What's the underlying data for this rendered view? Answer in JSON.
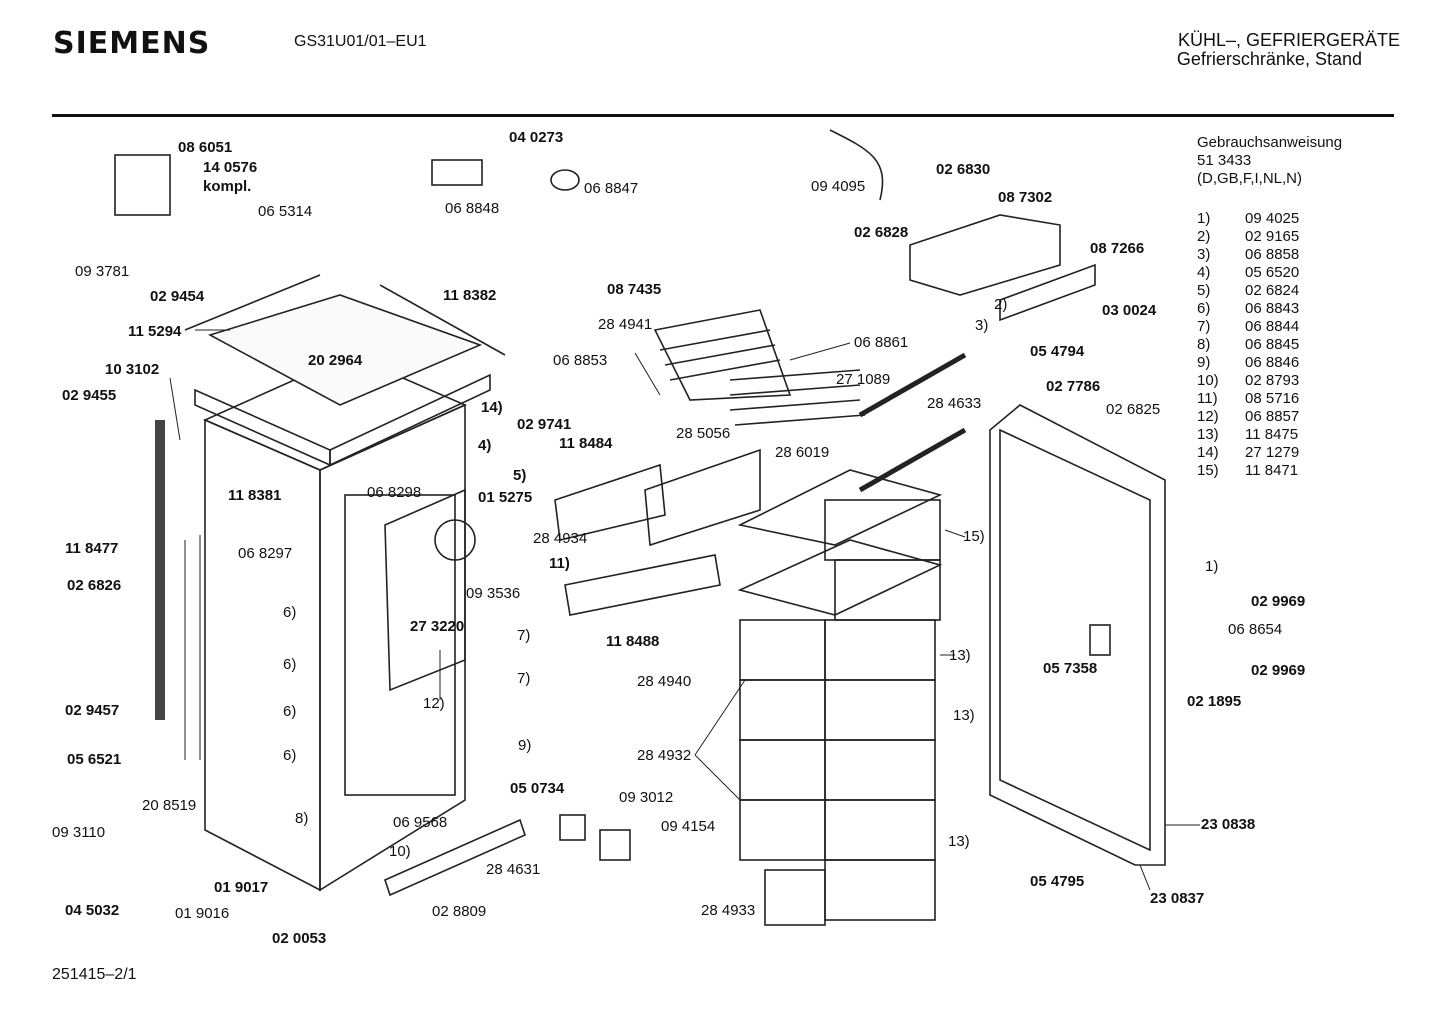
{
  "header": {
    "brand": "SIEMENS",
    "model": "GS31U01/01–EU1",
    "category_line1": "KÜHL–, GEFRIERGERÄTE",
    "category_line2": "Gefrierschränke, Stand"
  },
  "manual": {
    "title": "Gebrauchsanweisung",
    "number": "51 3433",
    "languages": "(D,GB,F,I,NL,N)"
  },
  "legend": [
    {
      "key": "1)",
      "value": "09 4025"
    },
    {
      "key": "2)",
      "value": "02 9165"
    },
    {
      "key": "3)",
      "value": "06 8858"
    },
    {
      "key": "4)",
      "value": "05 6520"
    },
    {
      "key": "5)",
      "value": "02 6824"
    },
    {
      "key": "6)",
      "value": "06 8843"
    },
    {
      "key": "7)",
      "value": "06 8844"
    },
    {
      "key": "8)",
      "value": "06 8845"
    },
    {
      "key": "9)",
      "value": "06 8846"
    },
    {
      "key": "10)",
      "value": "02 8793"
    },
    {
      "key": "11)",
      "value": "08 5716"
    },
    {
      "key": "12)",
      "value": "06 8857"
    },
    {
      "key": "13)",
      "value": "11 8475"
    },
    {
      "key": "14)",
      "value": "27 1279"
    },
    {
      "key": "15)",
      "value": "11 8471"
    }
  ],
  "footer": {
    "doc_id": "251415–2/1"
  },
  "parts": [
    {
      "id": "p-086051",
      "text": "08 6051",
      "bold": true
    },
    {
      "id": "p-140576",
      "text": "14 0576",
      "bold": true
    },
    {
      "id": "p-kompl",
      "text": "kompl.",
      "bold": true
    },
    {
      "id": "p-065314",
      "text": "06 5314",
      "bold": false
    },
    {
      "id": "p-093781",
      "text": "09 3781",
      "bold": false
    },
    {
      "id": "p-029454",
      "text": "02 9454",
      "bold": true
    },
    {
      "id": "p-115294",
      "text": "11 5294",
      "bold": true
    },
    {
      "id": "p-103102",
      "text": "10 3102",
      "bold": true
    },
    {
      "id": "p-029455",
      "text": "02 9455",
      "bold": true
    },
    {
      "id": "p-118477",
      "text": "11 8477",
      "bold": true
    },
    {
      "id": "p-026826",
      "text": "02 6826",
      "bold": true
    },
    {
      "id": "p-029457",
      "text": "02 9457",
      "bold": true
    },
    {
      "id": "p-056521",
      "text": "05 6521",
      "bold": true
    },
    {
      "id": "p-093110",
      "text": "09 3110",
      "bold": false
    },
    {
      "id": "p-045032",
      "text": "04 5032",
      "bold": true
    },
    {
      "id": "p-208519",
      "text": "20 8519",
      "bold": false
    },
    {
      "id": "p-019017",
      "text": "01 9017",
      "bold": true
    },
    {
      "id": "p-019016",
      "text": "01 9016",
      "bold": false
    },
    {
      "id": "p-020053",
      "text": "02 0053",
      "bold": true
    },
    {
      "id": "p-068848",
      "text": "06 8848",
      "bold": false
    },
    {
      "id": "p-040273",
      "text": "04 0273",
      "bold": true
    },
    {
      "id": "p-068847",
      "text": "06 8847",
      "bold": false
    },
    {
      "id": "p-118382",
      "text": "11 8382",
      "bold": true
    },
    {
      "id": "p-202964",
      "text": "20 2964",
      "bold": true
    },
    {
      "id": "p-14",
      "text": "14)",
      "bold": true
    },
    {
      "id": "p-4",
      "text": "4)",
      "bold": true
    },
    {
      "id": "p-118381",
      "text": "11 8381",
      "bold": true
    },
    {
      "id": "p-068298",
      "text": "06 8298",
      "bold": false
    },
    {
      "id": "p-5",
      "text": "5)",
      "bold": true
    },
    {
      "id": "p-015275",
      "text": "01 5275",
      "bold": true
    },
    {
      "id": "p-068297",
      "text": "06 8297",
      "bold": false
    },
    {
      "id": "p-093536",
      "text": "09 3536",
      "bold": false
    },
    {
      "id": "p-273220",
      "text": "27 3220",
      "bold": true
    },
    {
      "id": "p-6a",
      "text": "6)",
      "bold": false
    },
    {
      "id": "p-6b",
      "text": "6)",
      "bold": false
    },
    {
      "id": "p-6c",
      "text": "6)",
      "bold": false
    },
    {
      "id": "p-6d",
      "text": "6)",
      "bold": false
    },
    {
      "id": "p-8",
      "text": "8)",
      "bold": false
    },
    {
      "id": "p-7a",
      "text": "7)",
      "bold": false
    },
    {
      "id": "p-7b",
      "text": "7)",
      "bold": false
    },
    {
      "id": "p-9",
      "text": "9)",
      "bold": false
    },
    {
      "id": "p-12",
      "text": "12)",
      "bold": false
    },
    {
      "id": "p-069568",
      "text": "06 9568",
      "bold": false
    },
    {
      "id": "p-10",
      "text": "10)",
      "bold": false
    },
    {
      "id": "p-284631",
      "text": "28 4631",
      "bold": false
    },
    {
      "id": "p-028809",
      "text": "02 8809",
      "bold": false
    },
    {
      "id": "p-087435",
      "text": "08 7435",
      "bold": true
    },
    {
      "id": "p-284941",
      "text": "28 4941",
      "bold": false
    },
    {
      "id": "p-068853",
      "text": "06 8853",
      "bold": false
    },
    {
      "id": "p-068861",
      "text": "06 8861",
      "bold": false
    },
    {
      "id": "p-271089",
      "text": "27 1089",
      "bold": false
    },
    {
      "id": "p-029741",
      "text": "02 9741",
      "bold": true
    },
    {
      "id": "p-118484",
      "text": "11 8484",
      "bold": true
    },
    {
      "id": "p-285056",
      "text": "28 5056",
      "bold": false
    },
    {
      "id": "p-286019",
      "text": "28 6019",
      "bold": false
    },
    {
      "id": "p-284934",
      "text": "28 4934",
      "bold": false
    },
    {
      "id": "p-11",
      "text": "11)",
      "bold": true
    },
    {
      "id": "p-118488",
      "text": "11 8488",
      "bold": true
    },
    {
      "id": "p-284940",
      "text": "28 4940",
      "bold": false
    },
    {
      "id": "p-284932",
      "text": "28 4932",
      "bold": false
    },
    {
      "id": "p-050734",
      "text": "05 0734",
      "bold": true
    },
    {
      "id": "p-093012",
      "text": "09 3012",
      "bold": false
    },
    {
      "id": "p-094154",
      "text": "09 4154",
      "bold": false
    },
    {
      "id": "p-284933",
      "text": "28 4933",
      "bold": false
    },
    {
      "id": "p-284633",
      "text": "28 4633",
      "bold": false
    },
    {
      "id": "p-15",
      "text": "15)",
      "bold": false
    },
    {
      "id": "p-13a",
      "text": "13)",
      "bold": false
    },
    {
      "id": "p-13b",
      "text": "13)",
      "bold": false
    },
    {
      "id": "p-13c",
      "text": "13)",
      "bold": false
    },
    {
      "id": "p-094095",
      "text": "09 4095",
      "bold": false
    },
    {
      "id": "p-026830",
      "text": "02 6830",
      "bold": true
    },
    {
      "id": "p-087302",
      "text": "08 7302",
      "bold": true
    },
    {
      "id": "p-026828",
      "text": "02 6828",
      "bold": true
    },
    {
      "id": "p-087266",
      "text": "08 7266",
      "bold": true
    },
    {
      "id": "p-2",
      "text": "2)",
      "bold": false
    },
    {
      "id": "p-3",
      "text": "3)",
      "bold": false
    },
    {
      "id": "p-030024",
      "text": "03 0024",
      "bold": true
    },
    {
      "id": "p-054794",
      "text": "05 4794",
      "bold": true
    },
    {
      "id": "p-027786",
      "text": "02 7786",
      "bold": true
    },
    {
      "id": "p-026825",
      "text": "02 6825",
      "bold": false
    },
    {
      "id": "p-1",
      "text": "1)",
      "bold": false
    },
    {
      "id": "p-029969a",
      "text": "02 9969",
      "bold": true
    },
    {
      "id": "p-068654",
      "text": "06 8654",
      "bold": false
    },
    {
      "id": "p-057358",
      "text": "05 7358",
      "bold": true
    },
    {
      "id": "p-029969b",
      "text": "02 9969",
      "bold": true
    },
    {
      "id": "p-021895",
      "text": "02 1895",
      "bold": true
    },
    {
      "id": "p-230838",
      "text": "23 0838",
      "bold": true
    },
    {
      "id": "p-054795",
      "text": "05 4795",
      "bold": true
    },
    {
      "id": "p-230837",
      "text": "23 0837",
      "bold": true
    }
  ]
}
